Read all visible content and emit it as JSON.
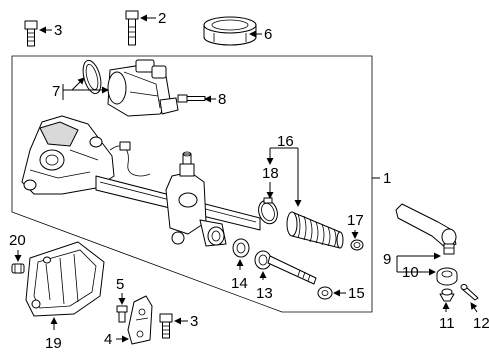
{
  "callouts": {
    "c1": "1",
    "c2": "2",
    "c3a": "3",
    "c3b": "3",
    "c4": "4",
    "c5": "5",
    "c6": "6",
    "c7": "7",
    "c8": "8",
    "c9": "9",
    "c10": "10",
    "c11": "11",
    "c12": "12",
    "c13": "13",
    "c14": "14",
    "c15": "15",
    "c16": "16",
    "c17": "17",
    "c18": "18",
    "c19": "19",
    "c20": "20"
  }
}
